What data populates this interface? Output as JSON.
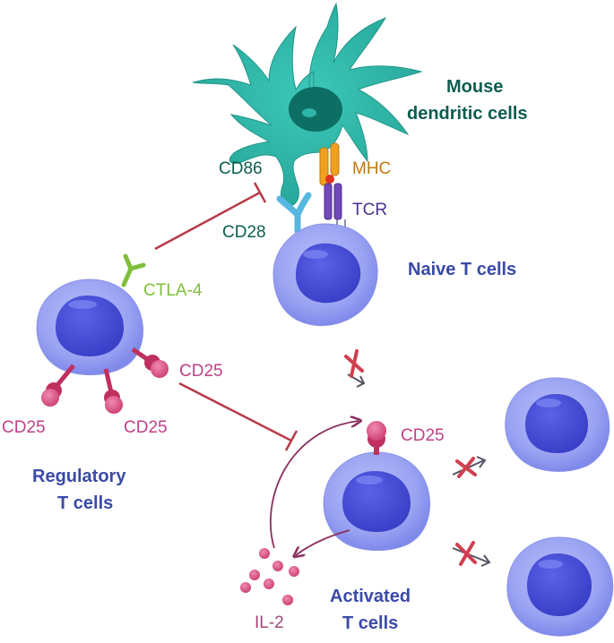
{
  "labels": {
    "dc_title_line1": "Mouse",
    "dc_title_line2": "dendritic cells",
    "cd86": "CD86",
    "mhc": "MHC",
    "tcr": "TCR",
    "cd28": "CD28",
    "naive": "Naive T cells",
    "ctla4": "CTLA-4",
    "treg_cd25_right": "CD25",
    "treg_cd25_left": "CD25",
    "treg_cd25_mid": "CD25",
    "activated_cd25": "CD25",
    "treg_title_line1": "Regulatory",
    "treg_title_line2": "T cells",
    "il2": "IL-2",
    "act_title_line1": "Activated",
    "act_title_line2": "T cells"
  },
  "colors": {
    "dendritic": "#2fb5a8",
    "dendritic_dark": "#0e6e66",
    "dark_green_text": "#0b5d4f",
    "cd28_blue": "#56b7e0",
    "mhc_orange": "#f0a020",
    "tcr_purple": "#7048b8",
    "cell_light": "#a9b2f5",
    "cell_mid": "#7f89ee",
    "nucleus": "#4a52d8",
    "cd25_pink": "#e0588a",
    "cd25_dark": "#b8305e",
    "inhibit_red": "#b83a48",
    "ctla4_green": "#7fbf3a",
    "title_blue": "#3a4aa8",
    "il2_purple": "#a0487a",
    "cross_red": "#d04050",
    "arrow_gray": "#555566"
  }
}
